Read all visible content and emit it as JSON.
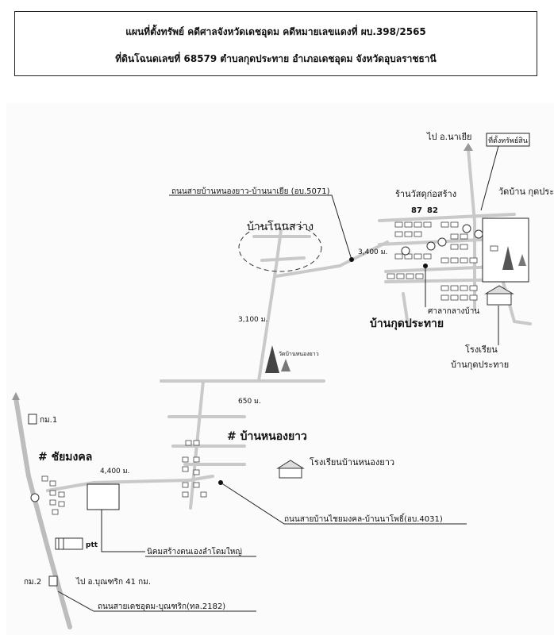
{
  "header": {
    "line1": "แผนที่ตั้งทรัพย์ คดีศาลจังหวัดเดชอุดม คดีหมายเลขแดงที่ ผบ.398/2565",
    "line2": "ที่ดินโฉนดเลขที่ 68579 ตำบลกุดประทาย อำเภอเดชอุดม จังหวัดอุบลราชธานี"
  },
  "map": {
    "places": {
      "ban_non_sawang": "บ้านโนนสว่าง",
      "ban_kut_prathai": "บ้านกุดประทาย",
      "ban_nong_yao": "# บ้านหนองยาว",
      "chai_mongkhon": "# ชัยมงคล",
      "wat_ban_kut_prathai": "วัดบ้าน\nกุดประทาย",
      "wat_ban_nong_yao": "วัดบ้านหนองยาว",
      "school_kut_prathai": "โรงเรียน\nบ้านกุดประทาย",
      "school_nong_yao": "โรงเรียนบ้านหนองยาว",
      "sala_klang_ban": "ศาลากลางบ้าน",
      "shop": "ร้านวัสดุก่อสร้าง",
      "property": "ที่ตั้งทรัพย์สิน",
      "nikhom": "นิคมสร้างตนเองลำโดมใหญ่",
      "ptt": "ptt",
      "km1": "กม.1",
      "km2": "กม.2"
    },
    "roads": {
      "road_5071": "ถนนสายบ้านหนองยาว-บ้านนาเยีย (อบ.5071)",
      "road_4031": "ถนนสายบ้านไชยมงคล-บ้านนาโพธิ์(อบ.4031)",
      "road_2182": "ถนนสายเดชอุดม-บุณฑริก(ทล.2182)",
      "to_na_yia": "ไป อ.นาเยีย",
      "to_buntharik": "ไป อ.บุณฑริก 41 กม."
    },
    "distances": {
      "d1": "3,400 ม.",
      "d2": "3,100 ม.",
      "d3": "650 ม.",
      "d4": "4,400 ม."
    },
    "house_numbers": {
      "n1": "87",
      "n2": "82"
    }
  }
}
